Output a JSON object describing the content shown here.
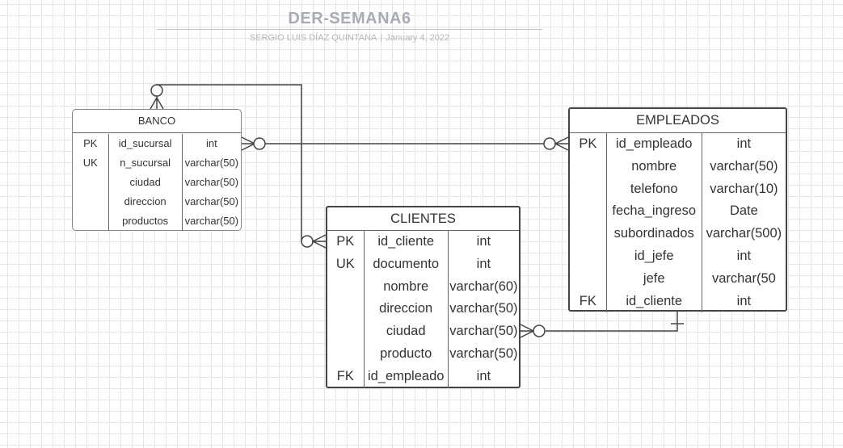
{
  "header": {
    "title": "DER-SEMANA6",
    "author": "SERGIO LUIS DÍAZ QUINTANA",
    "separator": "|",
    "date": "January 4, 2022"
  },
  "entities": {
    "banco": {
      "name": "BANCO",
      "keys": [
        "PK",
        "UK",
        "",
        "",
        ""
      ],
      "fields": [
        "id_sucursal",
        "n_sucursal",
        "ciudad",
        "direccion",
        "productos"
      ],
      "types": [
        "int",
        "varchar(50)",
        "varchar(50)",
        "varchar(50)",
        "varchar(50)"
      ]
    },
    "empleados": {
      "name": "EMPLEADOS",
      "keys": [
        "PK",
        "",
        "",
        "",
        "",
        "",
        "",
        "FK"
      ],
      "fields": [
        "id_empleado",
        "nombre",
        "telefono",
        "fecha_ingreso",
        "subordinados",
        "id_jefe",
        "jefe",
        "id_cliente"
      ],
      "types": [
        "int",
        "varchar(50)",
        "varchar(10)",
        "Date",
        "varchar(500)",
        "int",
        "varchar(50",
        "int"
      ]
    },
    "clientes": {
      "name": "CLIENTES",
      "keys": [
        "PK",
        "UK",
        "",
        "",
        "",
        "",
        "FK"
      ],
      "fields": [
        "id_cliente",
        "documento",
        "nombre",
        "direccion",
        "ciudad",
        "producto",
        "id_empleado"
      ],
      "types": [
        "int",
        "int",
        "varchar(60)",
        "varchar(50)",
        "varchar(50)",
        "varchar(50)",
        "int"
      ]
    }
  },
  "colors": {
    "line": "#444444",
    "title": "#a8abb3",
    "grid": "#e6e6e6"
  }
}
